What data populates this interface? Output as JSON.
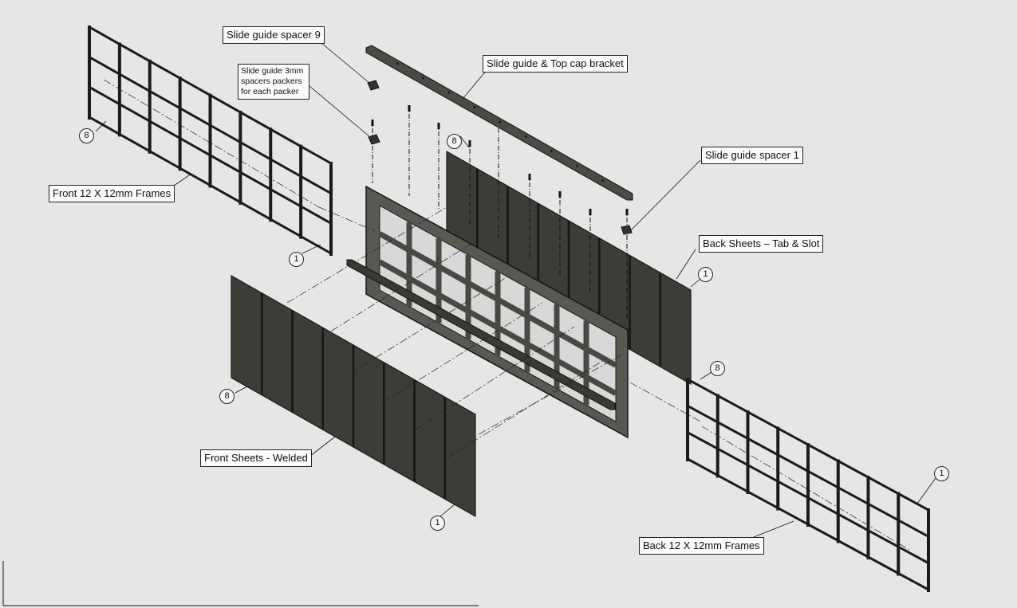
{
  "callouts": {
    "slide_guide_spacer_9": "Slide guide spacer 9",
    "slide_guide_3mm_spacers": "Slide guide 3mm spacers packers for each packer",
    "slide_guide_top_cap": "Slide guide & Top cap bracket",
    "slide_guide_spacer_1": "Slide guide spacer 1",
    "back_sheets": "Back Sheets – Tab & Slot",
    "front_frames": "Front 12 X 12mm Frames",
    "front_sheets": "Front Sheets - Welded",
    "back_frames": "Back 12 X 12mm Frames"
  },
  "balloons": {
    "front_frames_8": "8",
    "front_frames_1": "1",
    "back_sheets_8": "8",
    "back_sheets_1": "1",
    "front_sheets_8": "8",
    "front_sheets_1": "1",
    "back_frames_8": "8",
    "back_frames_1": "1"
  },
  "colors": {
    "background": "#e6e6e6",
    "sheet_fill": "#3d3c37",
    "frame_stroke": "#1b1b1b",
    "center_frame": "#4a4843"
  }
}
